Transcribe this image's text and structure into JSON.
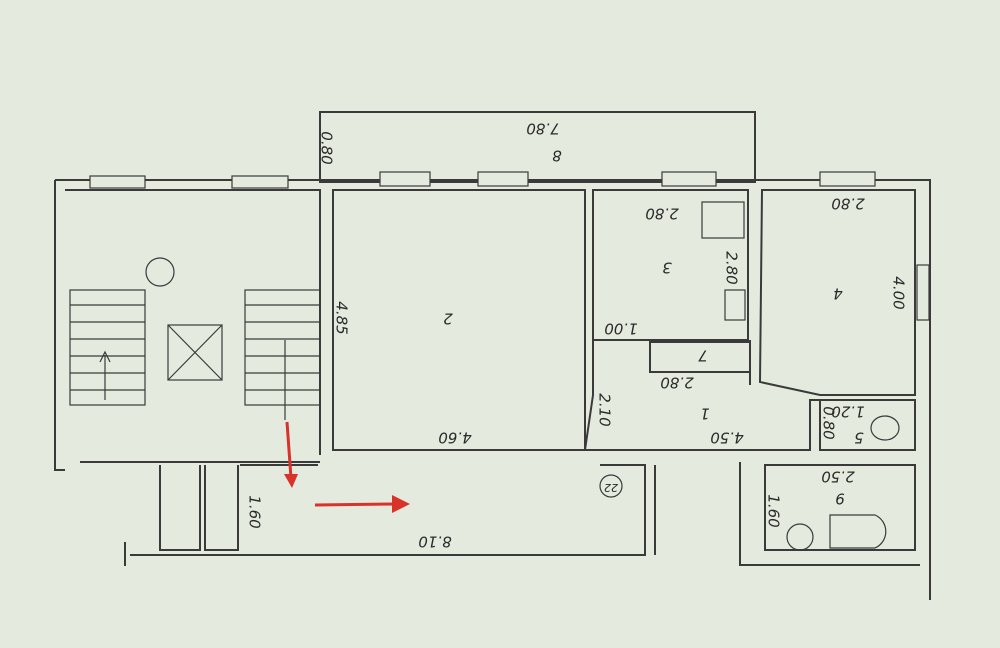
{
  "plan": {
    "balcony": {
      "number": "8",
      "length": "7.80",
      "width": "0.80"
    },
    "room_2": {
      "number": "2",
      "length": "4.60",
      "width": "4.85"
    },
    "room_3": {
      "number": "3",
      "length": "2.80",
      "width": "2.80"
    },
    "room_4": {
      "number": "4",
      "length": "2.80",
      "width": "4.00"
    },
    "room_1": {
      "number": "1",
      "length": "4.50",
      "width": "2.10",
      "niche": "1.00"
    },
    "closet_7": {
      "number": "7",
      "length": "2.80"
    },
    "room_5": {
      "number": "5",
      "length": "1.20",
      "width": "0.80"
    },
    "room_6": {
      "number": "6",
      "length": "2.50",
      "width": "1.60"
    },
    "corridor": {
      "length": "8.10",
      "width": "1.60",
      "apartment_number": "22"
    },
    "colors": {
      "arrow": "#d9322a",
      "walls": "#3a3a3a",
      "background": "#e5eadf"
    }
  }
}
